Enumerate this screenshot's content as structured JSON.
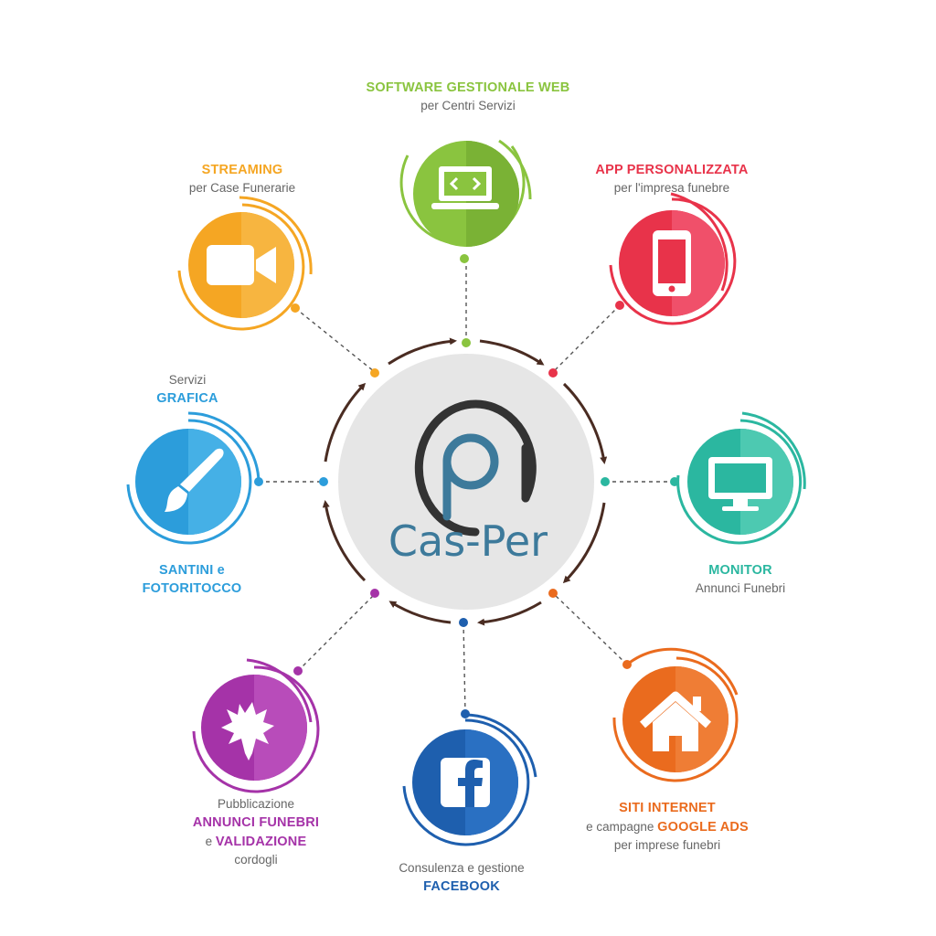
{
  "brand": {
    "name": "Cas-Per",
    "mark_text": "@p"
  },
  "colors": {
    "green": "#8ac43f",
    "red": "#e8334a",
    "teal": "#2bb7a0",
    "orange": "#ea6b1e",
    "blue": "#1e5fae",
    "purple": "#a533a8",
    "cyan": "#2c9ddb",
    "amber": "#f5a623",
    "arrow": "#4a2c22",
    "center_fill": "#e6e6e6"
  },
  "nodes": {
    "software": {
      "title": "SOFTWARE GESTIONALE WEB",
      "subtitle": "per Centri Servizi",
      "icon": "code-laptop-icon"
    },
    "app": {
      "title": "APP PERSONALIZZATA",
      "subtitle": "per l'impresa funebre",
      "icon": "smartphone-icon"
    },
    "monitor": {
      "title": "MONITOR",
      "subtitle": "Annunci Funebri",
      "icon": "monitor-icon"
    },
    "siti": {
      "title": "SITI INTERNET",
      "line2_prefix": "e campagne ",
      "line2_bold": "GOOGLE ADS",
      "line3": "per imprese funebri",
      "icon": "house-icon"
    },
    "facebook": {
      "prefix": "Consulenza e gestione",
      "title": "FACEBOOK",
      "icon": "facebook-icon"
    },
    "annunci": {
      "prefix": "Pubblicazione",
      "title": "ANNUNCI FUNEBRI",
      "line3_prefix": "e ",
      "line3_bold": "VALIDAZIONE",
      "line4": "cordogli",
      "icon": "maple-leaf-icon"
    },
    "grafica": {
      "prefix": "Servizi",
      "title": "GRAFICA",
      "bottom1": "SANTINI e",
      "bottom2": "FOTORITOCCO",
      "icon": "paintbrush-icon"
    },
    "streaming": {
      "title": "STREAMING",
      "subtitle": "per Case Funerarie",
      "icon": "video-camera-icon"
    }
  }
}
